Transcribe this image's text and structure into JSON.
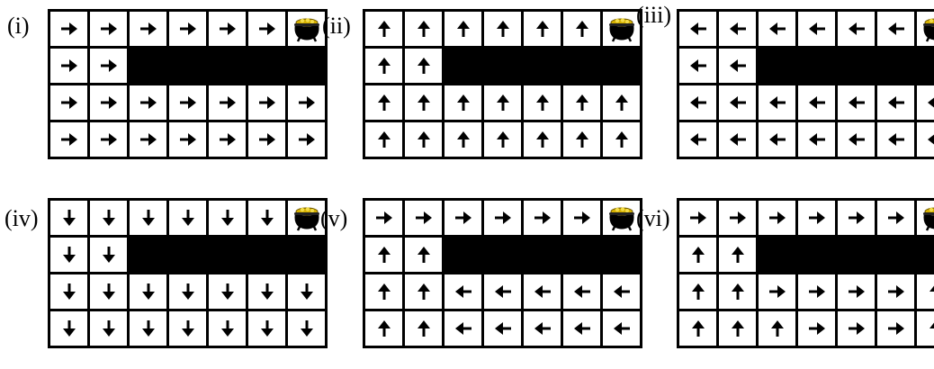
{
  "colors": {
    "background": "#ffffff",
    "grid": "#000000",
    "wall": "#000000",
    "pot": "#000000",
    "gold": "#d4b000"
  },
  "panels": [
    {
      "label": "(i)",
      "rows": [
        [
          "right",
          "right",
          "right",
          "right",
          "right",
          "right",
          "pot"
        ],
        [
          "right",
          "right",
          "wall",
          "wall",
          "wall",
          "wall",
          "wall"
        ],
        [
          "right",
          "right",
          "right",
          "right",
          "right",
          "right",
          "right"
        ],
        [
          "right",
          "right",
          "right",
          "right",
          "right",
          "right",
          "right"
        ]
      ]
    },
    {
      "label": "(ii)",
      "rows": [
        [
          "up",
          "up",
          "up",
          "up",
          "up",
          "up",
          "pot"
        ],
        [
          "up",
          "up",
          "wall",
          "wall",
          "wall",
          "wall",
          "wall"
        ],
        [
          "up",
          "up",
          "up",
          "up",
          "up",
          "up",
          "up"
        ],
        [
          "up",
          "up",
          "up",
          "up",
          "up",
          "up",
          "up"
        ]
      ]
    },
    {
      "label": "(iii)",
      "rows": [
        [
          "left",
          "left",
          "left",
          "left",
          "left",
          "left",
          "pot"
        ],
        [
          "left",
          "left",
          "wall",
          "wall",
          "wall",
          "wall",
          "wall"
        ],
        [
          "left",
          "left",
          "left",
          "left",
          "left",
          "left",
          "left"
        ],
        [
          "left",
          "left",
          "left",
          "left",
          "left",
          "left",
          "left"
        ]
      ]
    },
    {
      "label": "(iv)",
      "rows": [
        [
          "down",
          "down",
          "down",
          "down",
          "down",
          "down",
          "pot"
        ],
        [
          "down",
          "down",
          "wall",
          "wall",
          "wall",
          "wall",
          "wall"
        ],
        [
          "down",
          "down",
          "down",
          "down",
          "down",
          "down",
          "down"
        ],
        [
          "down",
          "down",
          "down",
          "down",
          "down",
          "down",
          "down"
        ]
      ]
    },
    {
      "label": "(v)",
      "rows": [
        [
          "right",
          "right",
          "right",
          "right",
          "right",
          "right",
          "pot"
        ],
        [
          "up",
          "up",
          "wall",
          "wall",
          "wall",
          "wall",
          "wall"
        ],
        [
          "up",
          "up",
          "left",
          "left",
          "left",
          "left",
          "left"
        ],
        [
          "up",
          "up",
          "left",
          "left",
          "left",
          "left",
          "left"
        ]
      ]
    },
    {
      "label": "(vi)",
      "rows": [
        [
          "right",
          "right",
          "right",
          "right",
          "right",
          "right",
          "pot"
        ],
        [
          "up",
          "up",
          "wall",
          "wall",
          "wall",
          "wall",
          "wall"
        ],
        [
          "up",
          "up",
          "right",
          "right",
          "right",
          "right",
          "up"
        ],
        [
          "up",
          "up",
          "up",
          "right",
          "right",
          "right",
          "up"
        ]
      ]
    }
  ]
}
